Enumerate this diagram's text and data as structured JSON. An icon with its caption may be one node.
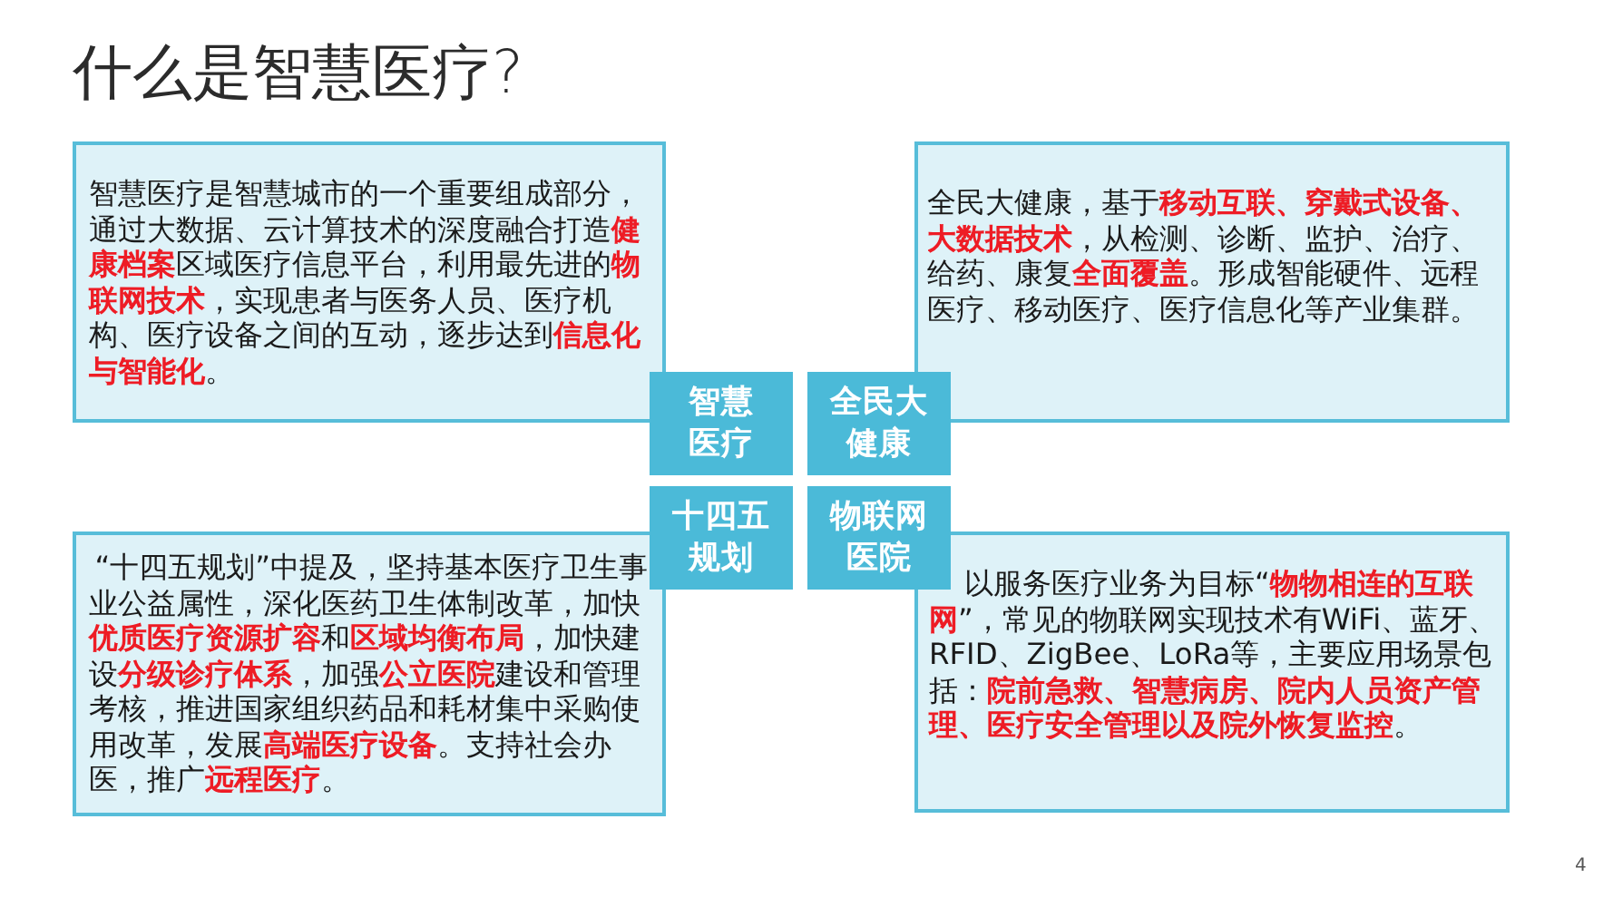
{
  "diagram": {
    "title": "什么是智慧医疗?",
    "nodes": [
      {
        "text": [
          "智慧医疗是智慧城市的一个重要组成部分，通过大数据、云计算技术的深度融合打造**健康档案**区域医疗信息平台，利用最先进的**物联网技术**，实现患者与医务人员、医疗机构、医疗设备之间的互动，逐步达到**信息化与智能化**。"
        ]
      },
      {
        "text": [
          "全民大健康，基于**移动互联、穿戴式设备、大数据技术**，从检测、诊断、监护、治疗、给药、康复**全面覆盖**。形成智能硬件、远程医疗、移动医疗、医疗信息化等产业集群。"
        ]
      },
      {
        "text": [
          "智慧医疗"
        ]
      },
      {
        "text": [
          "全民大健康"
        ]
      },
      {
        "text": [
          "十四五规划"
        ]
      },
      {
        "text": [
          "物联网医院"
        ]
      },
      {
        "text": [
          "“十四五规划”中提及，坚持基本医疗卫生事业公益属性，深化医药卫生体制改革，加快**优质医疗资源扩容**和**区域均衡布局**，加快建设**分级诊疗体系**，加强**公立医院**建设和管理考核，推进国家组织药品和耗材集中采购使用改革，发展**高端医疗设备**。支持社会办医，推广**远程医疗**。"
        ]
      },
      {
        "text": [
          "以服务医疗业务为目标“**物物相连的互联网**”，常见的物联网实现技术有WiFi、蓝牙、RFID、ZigBee、LoRa等，主要应用场景包括：**院前急救、智慧病房、院内人员资产管理、医疗安全管理以及院外恢复监控**。"
        ]
      }
    ],
    "labels": [
      "4"
    ]
  }
}
